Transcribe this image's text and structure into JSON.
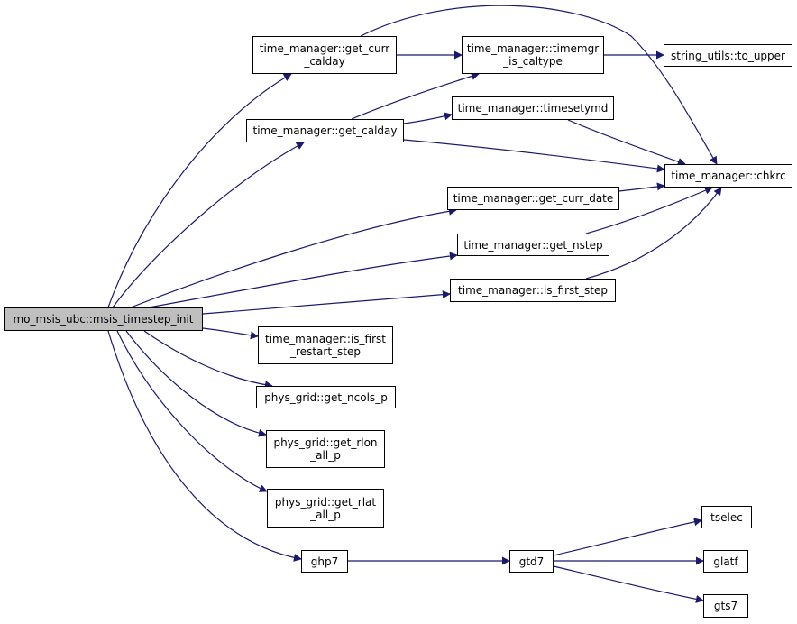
{
  "diagram": {
    "type": "call-graph",
    "colors": {
      "edge": "#191970",
      "node_border": "#000000",
      "root_fill": "#bfbfbf",
      "node_fill": "#ffffff"
    },
    "nodes": [
      {
        "id": "root",
        "lines": [
          "mo_msis_ubc::msis_timestep_init"
        ]
      },
      {
        "id": "currcalday",
        "lines": [
          "time_manager::get_curr",
          "_calday"
        ]
      },
      {
        "id": "caltype",
        "lines": [
          "time_manager::timemgr",
          "_is_caltype"
        ]
      },
      {
        "id": "toupper",
        "lines": [
          "string_utils::to_upper"
        ]
      },
      {
        "id": "getcalday",
        "lines": [
          "time_manager::get_calday"
        ]
      },
      {
        "id": "timesetymd",
        "lines": [
          "time_manager::timesetymd"
        ]
      },
      {
        "id": "chkrc",
        "lines": [
          "time_manager::chkrc"
        ]
      },
      {
        "id": "currdate",
        "lines": [
          "time_manager::get_curr_date"
        ]
      },
      {
        "id": "nstep",
        "lines": [
          "time_manager::get_nstep"
        ]
      },
      {
        "id": "isfirst",
        "lines": [
          "time_manager::is_first_step"
        ]
      },
      {
        "id": "restart",
        "lines": [
          "time_manager::is_first",
          "_restart_step"
        ]
      },
      {
        "id": "ncols",
        "lines": [
          "phys_grid::get_ncols_p"
        ]
      },
      {
        "id": "rlon",
        "lines": [
          "phys_grid::get_rlon",
          "_all_p"
        ]
      },
      {
        "id": "rlat",
        "lines": [
          "phys_grid::get_rlat",
          "_all_p"
        ]
      },
      {
        "id": "ghp7",
        "lines": [
          "ghp7"
        ]
      },
      {
        "id": "gtd7",
        "lines": [
          "gtd7"
        ]
      },
      {
        "id": "tselec",
        "lines": [
          "tselec"
        ]
      },
      {
        "id": "glatf",
        "lines": [
          "glatf"
        ]
      },
      {
        "id": "gts7",
        "lines": [
          "gts7"
        ]
      }
    ],
    "edges": [
      [
        "root",
        "currcalday"
      ],
      [
        "root",
        "getcalday"
      ],
      [
        "root",
        "currdate"
      ],
      [
        "root",
        "nstep"
      ],
      [
        "root",
        "isfirst"
      ],
      [
        "root",
        "restart"
      ],
      [
        "root",
        "ncols"
      ],
      [
        "root",
        "rlon"
      ],
      [
        "root",
        "rlat"
      ],
      [
        "root",
        "ghp7"
      ],
      [
        "currcalday",
        "caltype"
      ],
      [
        "currcalday",
        "chkrc"
      ],
      [
        "caltype",
        "toupper"
      ],
      [
        "getcalday",
        "caltype"
      ],
      [
        "getcalday",
        "timesetymd"
      ],
      [
        "getcalday",
        "chkrc"
      ],
      [
        "timesetymd",
        "chkrc"
      ],
      [
        "currdate",
        "chkrc"
      ],
      [
        "nstep",
        "chkrc"
      ],
      [
        "isfirst",
        "chkrc"
      ],
      [
        "ghp7",
        "gtd7"
      ],
      [
        "gtd7",
        "tselec"
      ],
      [
        "gtd7",
        "glatf"
      ],
      [
        "gtd7",
        "gts7"
      ]
    ]
  }
}
